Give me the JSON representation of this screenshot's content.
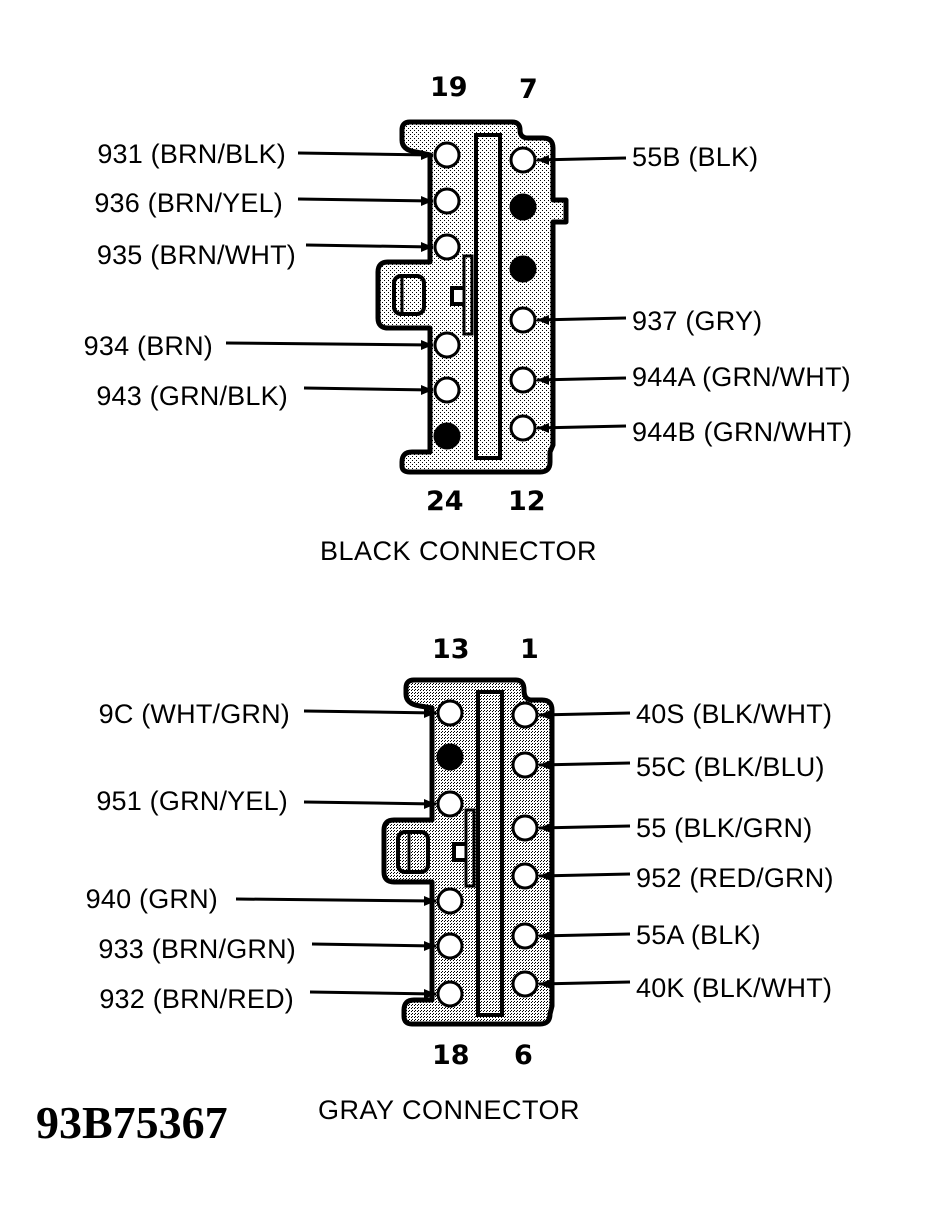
{
  "figure_id": "93B75367",
  "colors": {
    "ink": "#000000",
    "paper": "#ffffff",
    "shade": "#d9d9d9"
  },
  "connectors": [
    {
      "name": "black-connector",
      "title": "BLACK CONNECTOR",
      "pin_numbers": {
        "top_left": "19",
        "top_right": "7",
        "bottom_left": "24",
        "bottom_right": "12"
      },
      "left_column": [
        {
          "label": "931 (BRN/BLK)",
          "state": "open"
        },
        {
          "label": "936 (BRN/YEL)",
          "state": "open"
        },
        {
          "label": "935 (BRN/WHT)",
          "state": "open"
        },
        {
          "label": "934 (BRN)",
          "state": "open"
        },
        {
          "label": "943 (GRN/BLK)",
          "state": "open"
        },
        {
          "label": "",
          "state": "plugged"
        }
      ],
      "right_column": [
        {
          "label": "55B (BLK)",
          "state": "open"
        },
        {
          "label": "",
          "state": "plugged"
        },
        {
          "label": "",
          "state": "plugged"
        },
        {
          "label": "937 (GRY)",
          "state": "open"
        },
        {
          "label": "944A (GRN/WHT)",
          "state": "open"
        },
        {
          "label": "944B (GRN/WHT)",
          "state": "open"
        }
      ]
    },
    {
      "name": "gray-connector",
      "title": "GRAY CONNECTOR",
      "pin_numbers": {
        "top_left": "13",
        "top_right": "1",
        "bottom_left": "18",
        "bottom_right": "6"
      },
      "left_column": [
        {
          "label": "9C (WHT/GRN)",
          "state": "open"
        },
        {
          "label": "",
          "state": "plugged"
        },
        {
          "label": "951 (GRN/YEL)",
          "state": "open"
        },
        {
          "label": "940 (GRN)",
          "state": "open"
        },
        {
          "label": "933 (BRN/GRN)",
          "state": "open"
        },
        {
          "label": "932 (BRN/RED)",
          "state": "open"
        }
      ],
      "right_column": [
        {
          "label": "40S (BLK/WHT)",
          "state": "open"
        },
        {
          "label": "55C (BLK/BLU)",
          "state": "open"
        },
        {
          "label": "55 (BLK/GRN)",
          "state": "open"
        },
        {
          "label": "952 (RED/GRN)",
          "state": "open"
        },
        {
          "label": "55A (BLK)",
          "state": "open"
        },
        {
          "label": "40K (BLK/WHT)",
          "state": "open"
        }
      ]
    }
  ]
}
